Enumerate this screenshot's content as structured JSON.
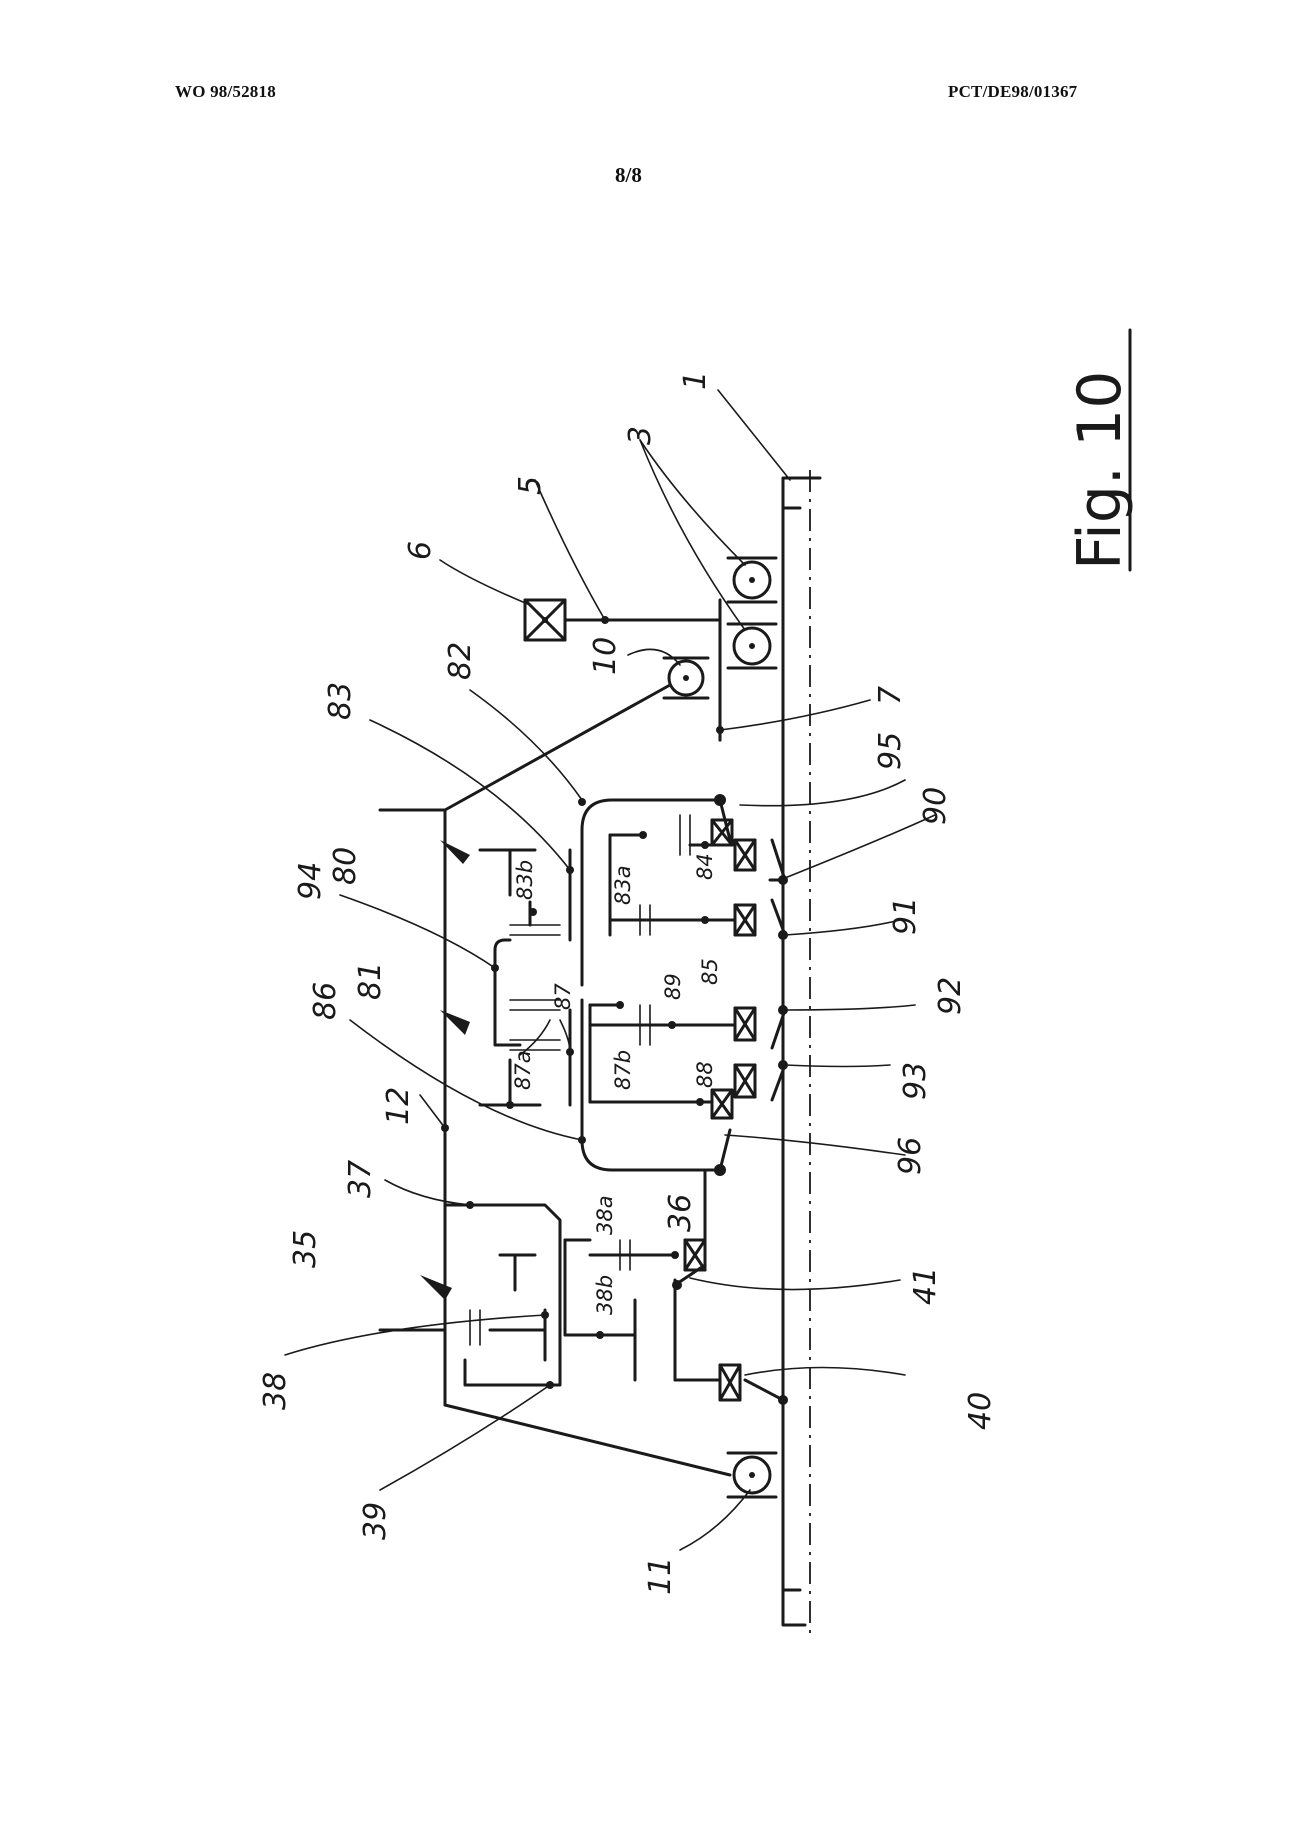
{
  "header": {
    "publication_number": "WO 98/52818",
    "application_number": "PCT/DE98/01367",
    "page_indicator": "8/8"
  },
  "figure": {
    "caption": "Fig. 10",
    "reference_numerals": [
      "1",
      "3",
      "5",
      "6",
      "7",
      "10",
      "11",
      "12",
      "35",
      "36",
      "37",
      "38",
      "38a",
      "38b",
      "39",
      "40",
      "41",
      "80",
      "81",
      "82",
      "83",
      "83a",
      "83b",
      "84",
      "85",
      "86",
      "87",
      "87a",
      "87b",
      "88",
      "89",
      "90",
      "91",
      "92",
      "93",
      "94",
      "95",
      "96"
    ]
  }
}
